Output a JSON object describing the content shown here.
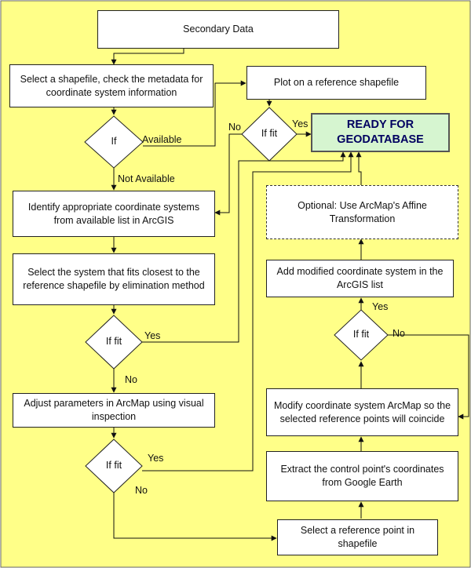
{
  "colors": {
    "background": "#ffff88",
    "ready_box": "#d6f5d0"
  },
  "boxes": {
    "secondary_data": "Secondary Data",
    "select_shapefile": "Select a shapefile, check the metadata for coordinate system information",
    "plot_reference": "Plot on a reference shapefile",
    "ready": "READY FOR GEODATABASE",
    "identify_systems": "Identify appropriate coordinate systems from available list in ArcGIS",
    "select_system": "Select the system that fits closest to the reference shapefile by elimination method",
    "adjust_parameters": "Adjust parameters in ArcMap using visual inspection",
    "optional_affine": "Optional: Use ArcMap's Affine Transformation",
    "add_modified": "Add modified coordinate system in the ArcGIS list",
    "modify_system": "Modify coordinate system ArcMap so the selected reference points will coincide",
    "extract_control": "Extract the control point's coordinates from Google Earth",
    "select_reference_point": "Select a reference point in shapefile"
  },
  "decisions": {
    "availability": "If",
    "fit_top": "If fit",
    "fit_middle": "If fit",
    "fit_lower": "If fit",
    "fit_right": "If fit"
  },
  "labels": {
    "available": "Available",
    "not_available": "Not Available",
    "no_top": "No",
    "yes_top": "Yes",
    "yes_middle": "Yes",
    "no_middle": "No",
    "yes_lower": "Yes",
    "no_lower": "No",
    "yes_right": "Yes",
    "no_right": "No"
  }
}
